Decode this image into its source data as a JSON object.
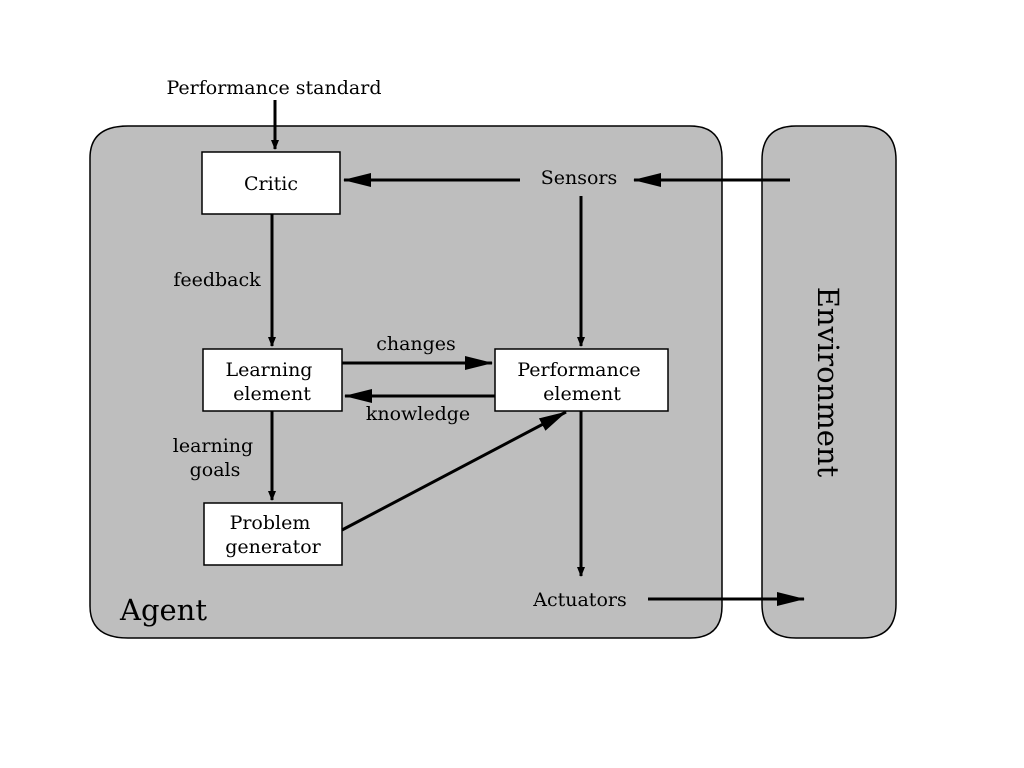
{
  "agent": {
    "label": "Agent"
  },
  "environment": {
    "label": "Environment"
  },
  "inputs": {
    "performance_standard": "Performance standard"
  },
  "io": {
    "sensors": "Sensors",
    "actuators": "Actuators"
  },
  "components": {
    "critic": [
      "Critic"
    ],
    "learning_element": [
      "Learning",
      "element"
    ],
    "performance_element": [
      "Performance",
      "element"
    ],
    "problem_generator": [
      "Problem",
      "generator"
    ]
  },
  "edges": {
    "feedback": "feedback",
    "changes": "changes",
    "knowledge": "knowledge",
    "learning_goals": [
      "learning",
      "goals"
    ]
  },
  "colors": {
    "panel_fill": "#bebebe",
    "box_fill": "#ffffff",
    "stroke": "#000000"
  }
}
